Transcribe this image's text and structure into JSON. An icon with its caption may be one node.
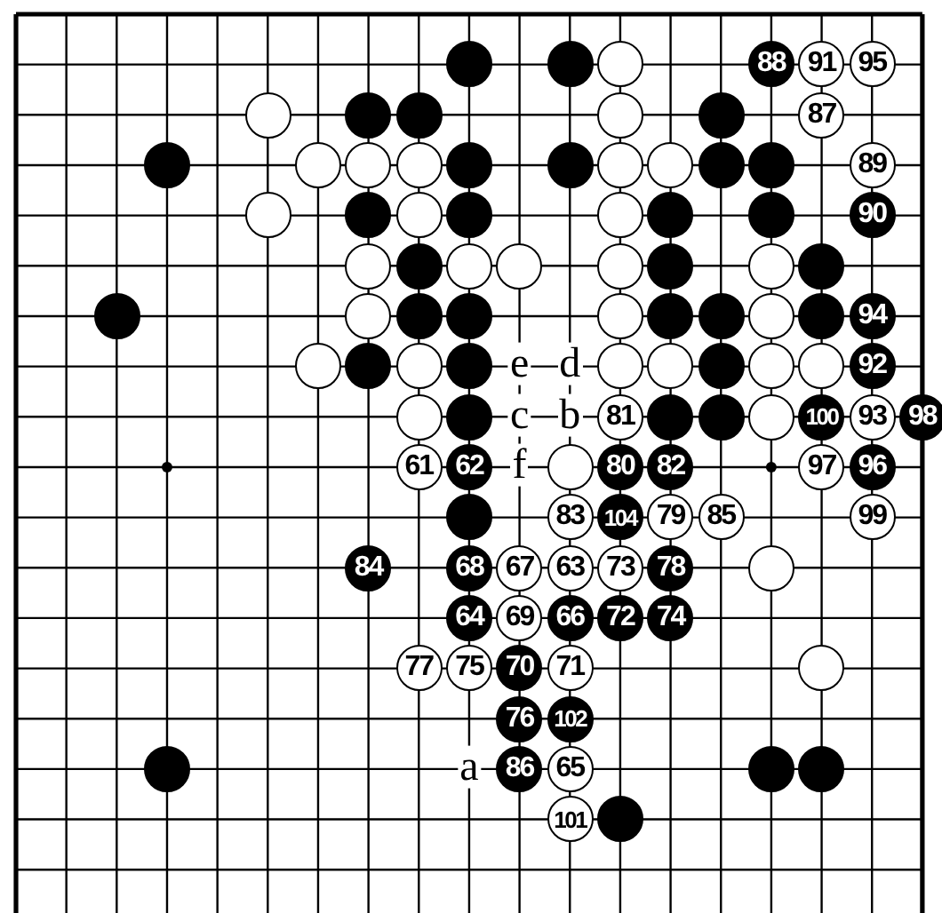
{
  "diagram": {
    "nodes": [
      {
        "text": [],
        "shape": "disc"
      },
      {
        "text": [],
        "shape": "disc"
      },
      {
        "text": [],
        "shape": "circle"
      },
      {
        "text": [
          "88"
        ]
      },
      {
        "text": [
          "91"
        ]
      },
      {
        "text": [
          "95"
        ]
      },
      {
        "text": [],
        "shape": "circle"
      },
      {
        "text": [],
        "shape": "disc"
      },
      {
        "text": [],
        "shape": "disc"
      },
      {
        "text": [],
        "shape": "circle"
      },
      {
        "text": [],
        "shape": "disc"
      },
      {
        "text": [
          "87"
        ]
      },
      {
        "text": [],
        "shape": "disc"
      },
      {
        "text": [],
        "shape": "circle"
      },
      {
        "text": [],
        "shape": "circle"
      },
      {
        "text": [],
        "shape": "circle"
      },
      {
        "text": [],
        "shape": "disc"
      },
      {
        "text": [],
        "shape": "disc"
      },
      {
        "text": [],
        "shape": "circle"
      },
      {
        "text": [],
        "shape": "circle"
      },
      {
        "text": [],
        "shape": "disc"
      },
      {
        "text": [],
        "shape": "disc"
      },
      {
        "text": [
          "89"
        ]
      },
      {
        "text": [],
        "shape": "circle"
      },
      {
        "text": [],
        "shape": "disc"
      },
      {
        "text": [],
        "shape": "circle"
      },
      {
        "text": [],
        "shape": "disc"
      },
      {
        "text": [],
        "shape": "circle"
      },
      {
        "text": [],
        "shape": "disc"
      },
      {
        "text": [],
        "shape": "disc"
      },
      {
        "text": [
          "90"
        ]
      },
      {
        "text": [],
        "shape": "circle"
      },
      {
        "text": [],
        "shape": "disc"
      },
      {
        "text": [],
        "shape": "circle"
      },
      {
        "text": [],
        "shape": "circle"
      },
      {
        "text": [],
        "shape": "circle"
      },
      {
        "text": [],
        "shape": "disc"
      },
      {
        "text": [],
        "shape": "circle"
      },
      {
        "text": [],
        "shape": "disc"
      },
      {
        "text": [],
        "shape": "disc"
      },
      {
        "text": [],
        "shape": "circle"
      },
      {
        "text": [],
        "shape": "disc"
      },
      {
        "text": [],
        "shape": "disc"
      },
      {
        "text": [],
        "shape": "circle"
      },
      {
        "text": [],
        "shape": "disc"
      },
      {
        "text": [],
        "shape": "disc"
      },
      {
        "text": [],
        "shape": "circle"
      },
      {
        "text": [],
        "shape": "disc"
      },
      {
        "text": [
          "94"
        ]
      },
      {
        "text": [],
        "shape": "circle"
      },
      {
        "text": [],
        "shape": "disc"
      },
      {
        "text": [],
        "shape": "circle"
      },
      {
        "text": [],
        "shape": "disc"
      },
      {
        "text": [],
        "shape": "circle"
      },
      {
        "text": [],
        "shape": "circle"
      },
      {
        "text": [],
        "shape": "disc"
      },
      {
        "text": [],
        "shape": "circle"
      },
      {
        "text": [],
        "shape": "circle"
      },
      {
        "text": [
          "92"
        ]
      },
      {
        "text": [],
        "shape": "circle"
      },
      {
        "text": [],
        "shape": "disc"
      },
      {
        "text": [
          "81"
        ]
      },
      {
        "text": [],
        "shape": "disc"
      },
      {
        "text": [],
        "shape": "disc"
      },
      {
        "text": [],
        "shape": "circle"
      },
      {
        "text": [
          "100"
        ]
      },
      {
        "text": [
          "93"
        ]
      },
      {
        "text": [
          "98"
        ]
      },
      {
        "text": [
          "61"
        ]
      },
      {
        "text": [
          "62"
        ]
      },
      {
        "text": [],
        "shape": "circle"
      },
      {
        "text": [
          "80"
        ]
      },
      {
        "text": [
          "82"
        ]
      },
      {
        "text": [
          "97"
        ]
      },
      {
        "text": [
          "96"
        ]
      },
      {
        "text": [],
        "shape": "disc"
      },
      {
        "text": [
          "83"
        ]
      },
      {
        "text": [
          "104"
        ]
      },
      {
        "text": [
          "79"
        ]
      },
      {
        "text": [
          "85"
        ]
      },
      {
        "text": [
          "99"
        ]
      },
      {
        "text": [
          "84"
        ]
      },
      {
        "text": [
          "68"
        ]
      },
      {
        "text": [
          "67"
        ]
      },
      {
        "text": [
          "63"
        ]
      },
      {
        "text": [
          "73"
        ]
      },
      {
        "text": [
          "78"
        ]
      },
      {
        "text": [],
        "shape": "circle"
      },
      {
        "text": [
          "64"
        ]
      },
      {
        "text": [
          "69"
        ]
      },
      {
        "text": [
          "66"
        ]
      },
      {
        "text": [
          "72"
        ]
      },
      {
        "text": [
          "74"
        ]
      },
      {
        "text": [
          "77"
        ]
      },
      {
        "text": [
          "75"
        ]
      },
      {
        "text": [
          "70"
        ]
      },
      {
        "text": [
          "71"
        ]
      },
      {
        "text": [],
        "shape": "circle"
      },
      {
        "text": [
          "76"
        ]
      },
      {
        "text": [
          "102"
        ]
      },
      {
        "text": [],
        "shape": "disc"
      },
      {
        "text": [
          "86"
        ]
      },
      {
        "text": [
          "65"
        ]
      },
      {
        "text": [],
        "shape": "disc"
      },
      {
        "text": [],
        "shape": "disc"
      },
      {
        "text": [
          "101"
        ]
      },
      {
        "text": [],
        "shape": "disc"
      }
    ],
    "labels": [
      "e",
      "d",
      "c",
      "b",
      "f",
      "a"
    ]
  }
}
